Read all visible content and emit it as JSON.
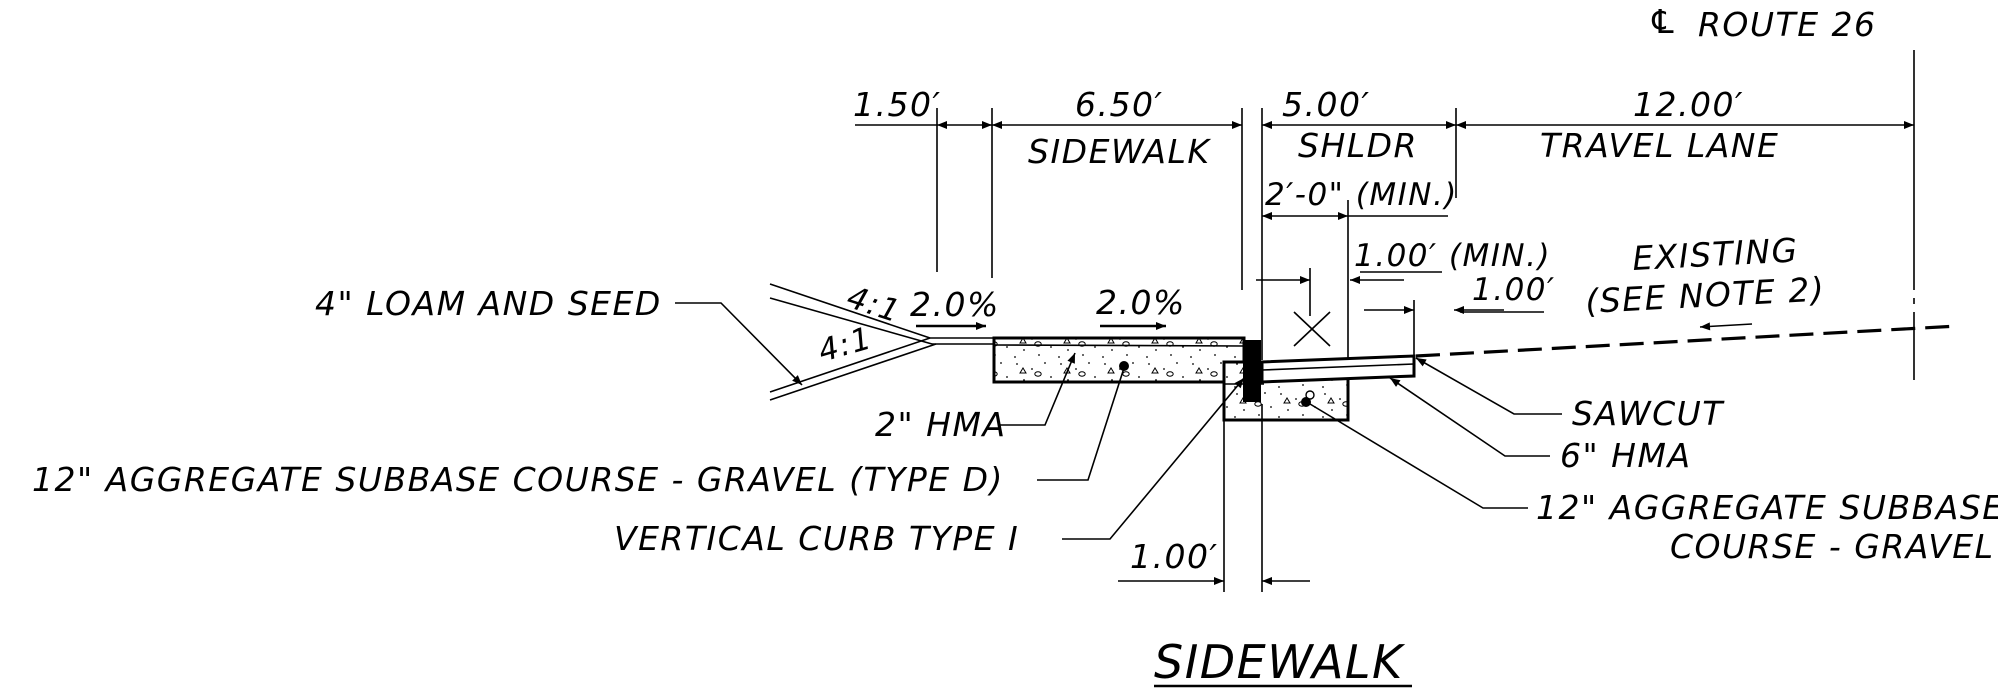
{
  "centerline": {
    "symbol": "℄",
    "label": "ROUTE 26"
  },
  "dimensions": {
    "grass_strip": "1.50′",
    "sidewalk_width": "6.50′",
    "sidewalk_label": "SIDEWALK",
    "shoulder_width": "5.00′",
    "shoulder_label": "SHLDR",
    "lane_width": "12.00′",
    "lane_label": "TRAVEL LANE",
    "curb_offset_min": "2′-0\" (MIN.)",
    "sawcut_offset_min": "1.00′ (MIN.)",
    "sawcut_step": "1.00′",
    "curb_base": "1.00′"
  },
  "slopes": {
    "upper_slope": "4:1",
    "lower_slope": "4:1",
    "grass_slope": "2.0%",
    "sidewalk_slope": "2.0%"
  },
  "callouts": {
    "loam": "4\" LOAM AND SEED",
    "hma_sidewalk": "2\" HMA",
    "subbase_sidewalk": "12\" AGGREGATE SUBBASE COURSE - GRAVEL (TYPE D)",
    "curb": "VERTICAL CURB TYPE I",
    "sawcut": "SAWCUT",
    "hma_road": "6\" HMA",
    "subbase_road_line1": "12\" AGGREGATE SUBBASE",
    "subbase_road_line2": "COURSE - GRAVEL",
    "existing_line1": "EXISTING",
    "existing_line2": "(SEE NOTE 2)"
  },
  "title": "SIDEWALK"
}
